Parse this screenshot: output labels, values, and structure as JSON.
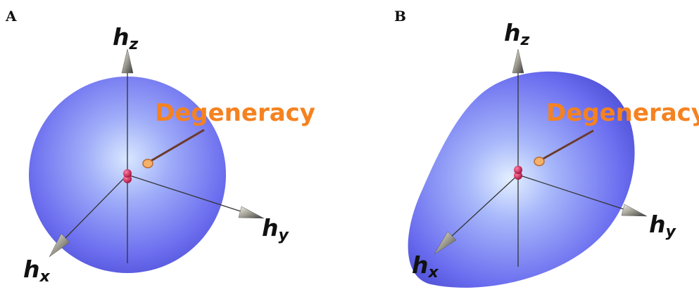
{
  "panels": [
    {
      "letter": "A",
      "axes": {
        "z": {
          "main": "h",
          "sub": "z"
        },
        "y": {
          "main": "h",
          "sub": "y"
        },
        "x": {
          "main": "h",
          "sub": "x"
        }
      },
      "annotation": "Degeneracy"
    },
    {
      "letter": "B",
      "axes": {
        "z": {
          "main": "h",
          "sub": "z"
        },
        "y": {
          "main": "h",
          "sub": "y"
        },
        "x": {
          "main": "h",
          "sub": "x"
        }
      },
      "annotation": "Degeneracy"
    }
  ],
  "colors": {
    "surface": "#5d5ef0",
    "surface_highlight": "#d6e6ff",
    "annotation": "#f58220",
    "point": "#c0184a",
    "arrow": "#6b3a2a",
    "axis_line": "#333333"
  }
}
